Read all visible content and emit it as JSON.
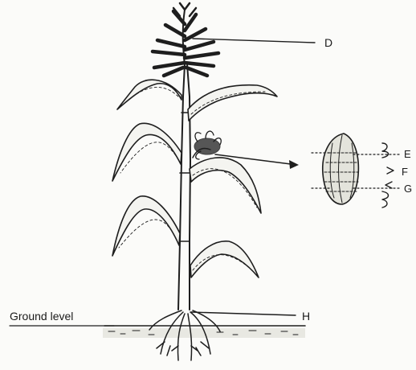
{
  "labels": {
    "D": "D",
    "E": "E",
    "F": "F",
    "G": "G",
    "H": "H",
    "ground": "Ground level"
  }
}
